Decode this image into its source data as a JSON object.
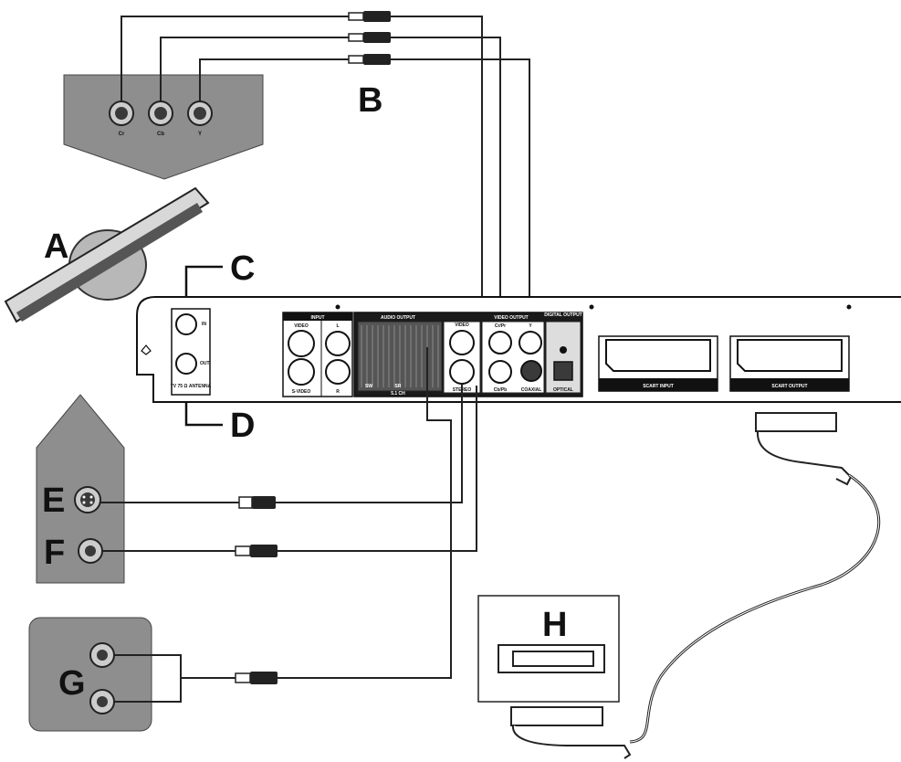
{
  "labels": {
    "a": "A",
    "b": "B",
    "c": "C",
    "d": "D",
    "e": "E",
    "f": "F",
    "g": "G",
    "h": "H"
  },
  "tv_component": {
    "cr": "Cr",
    "cb": "Cb",
    "y": "Y"
  },
  "panel": {
    "input_title": "INPUT",
    "input_video": "VIDEO",
    "input_svideo": "S-VIDEO",
    "input_l": "L",
    "input_r": "R",
    "audio_output_title": "AUDIO OUTPUT",
    "audio_51ch": "5.1 CH",
    "audio_sw": "SW",
    "audio_sr": "SR",
    "video_output_title": "VIDEO OUTPUT",
    "video_label": "VIDEO",
    "stereo_label": "STEREO",
    "cr_label": "Cr/Pr",
    "cb_label": "Cb/Pb",
    "y_label": "Y",
    "digital_output_title": "DIGITAL OUTPUT",
    "coaxial": "COAXIAL",
    "optical": "OPTICAL",
    "antenna": "TV 75 Ω ANTENNA",
    "rf_in": "IN",
    "rf_out": "OUT",
    "scart_input": "SCART INPUT",
    "scart_output": "SCART OUTPUT"
  },
  "colors": {
    "device_fill": "#8e8e8e",
    "jack_dark": "#3a3a3a",
    "ink": "#111111"
  }
}
